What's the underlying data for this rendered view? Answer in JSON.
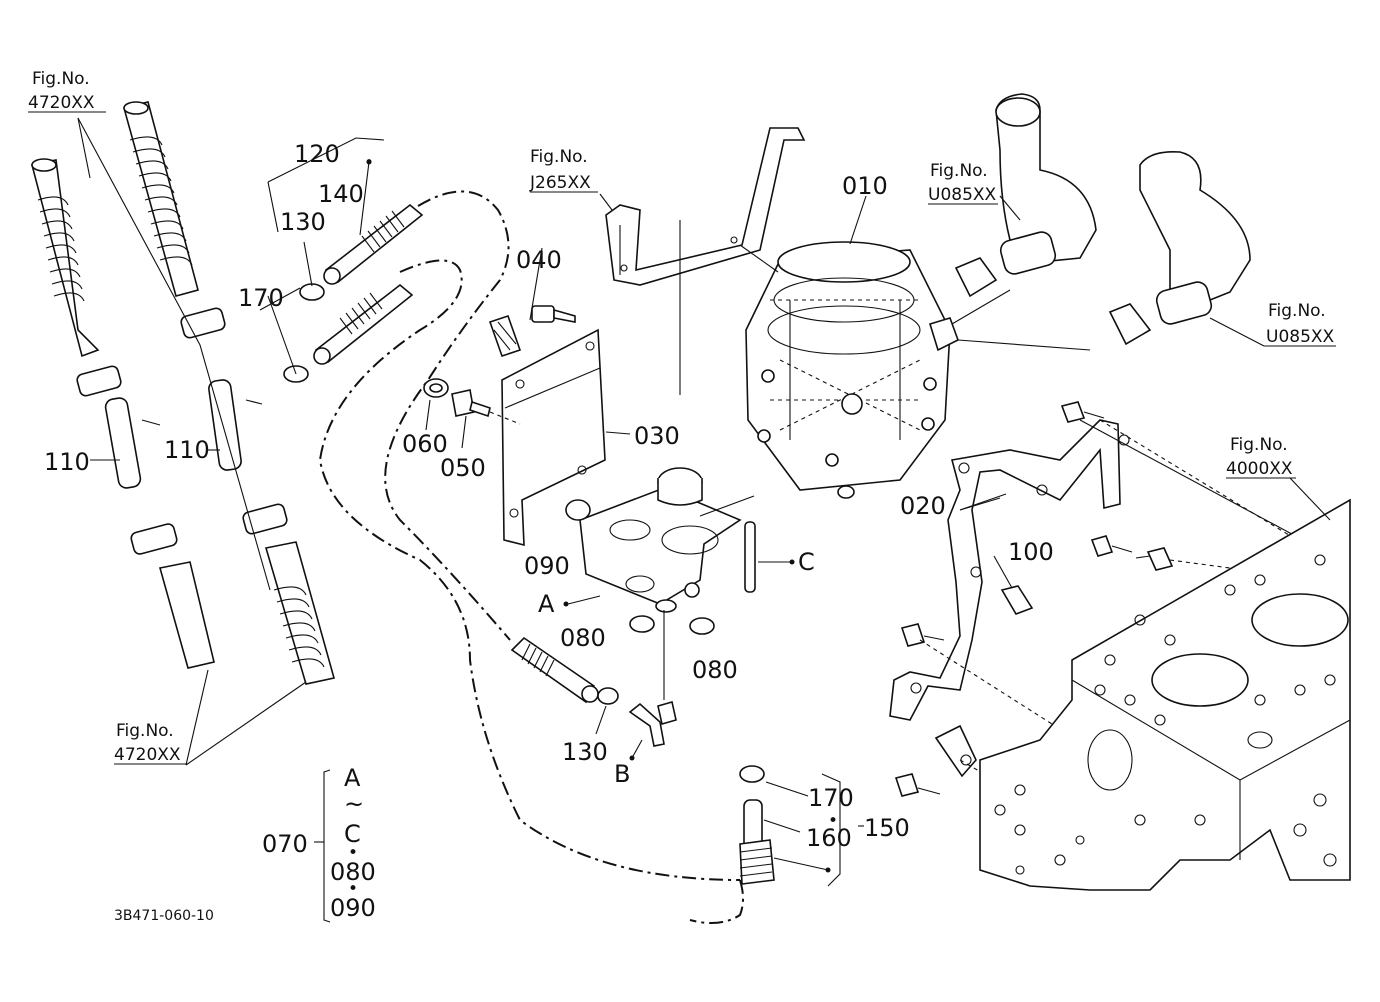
{
  "drawing_number": "3B471-060-10",
  "fig_refs": {
    "fig_4720_top": {
      "title": "Fig.No.",
      "number": "4720XX"
    },
    "fig_4720_bottom": {
      "title": "Fig.No.",
      "number": "4720XX"
    },
    "fig_j265": {
      "title": "Fig.No.",
      "number": "J265XX"
    },
    "fig_u085_left": {
      "title": "Fig.No.",
      "number": "U085XX"
    },
    "fig_u085_right": {
      "title": "Fig.No.",
      "number": "U085XX"
    },
    "fig_4000": {
      "title": "Fig.No.",
      "number": "4000XX"
    }
  },
  "part_labels": {
    "p010": "010",
    "p020": "020",
    "p030": "030",
    "p040": "040",
    "p050": "050",
    "p060": "060",
    "p080a": "080",
    "p080b": "080",
    "p090": "090",
    "p100": "100",
    "p110a": "110",
    "p110b": "110",
    "p120": "120",
    "p130a": "130",
    "p130b": "130",
    "p140": "140",
    "p150": "150",
    "p160": "160",
    "p170a": "170",
    "p170b": "170"
  },
  "ref_letters": {
    "a": "A",
    "b": "B",
    "c": "C"
  },
  "kit_070": {
    "label": "070",
    "range_start": "A",
    "tilde": "~",
    "range_end": "C",
    "sep1": "•",
    "item1": "080",
    "sep2": "•",
    "item2": "090"
  },
  "kit_120_sep": "•",
  "kit_150_sep": "•"
}
